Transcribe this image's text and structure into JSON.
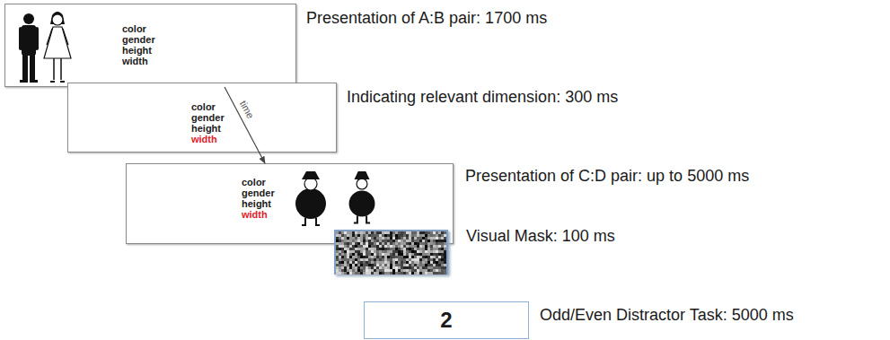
{
  "diagram": {
    "nodes": [
      {
        "text": [
          "color",
          "gender",
          "height",
          "width",
          "Presentation of A:B pair: 1700 ms"
        ]
      },
      {
        "text": [
          "color",
          "gender",
          "height",
          "width",
          "Indicating relevant dimension: 300 ms"
        ]
      },
      {
        "text": [
          "color",
          "gender",
          "height",
          "width",
          "Presentation of C:D pair: up to 5000 ms"
        ]
      },
      {
        "text": [
          "Visual Mask: 100 ms"
        ]
      },
      {
        "text": [
          "2",
          "Odd/Even Distractor Task: 5000 ms"
        ]
      }
    ],
    "edges": [
      {
        "from": 0,
        "to": 2,
        "label": "time",
        "arrow": "to"
      }
    ]
  }
}
